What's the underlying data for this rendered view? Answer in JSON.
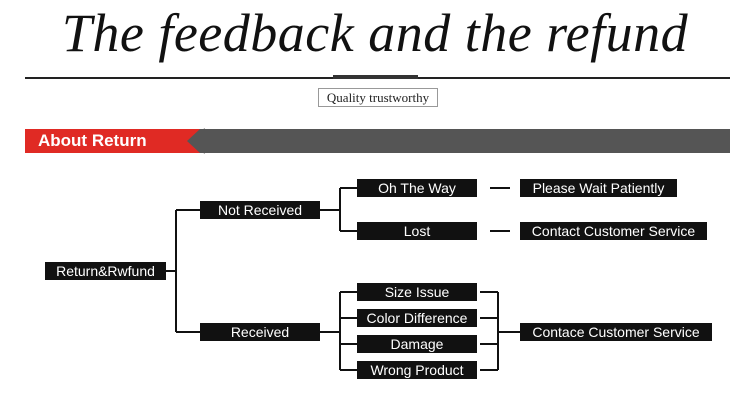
{
  "header": {
    "title": "The feedback and the refund",
    "subtitle": "Quality trustworthy"
  },
  "banner": {
    "label": "About Return",
    "accent_color": "#e02a24",
    "bar_color": "#555555"
  },
  "flowchart": {
    "root": "Return&Rwfund",
    "not_received": {
      "label": "Not Received",
      "oh_the_way": "Oh The Way",
      "lost": "Lost",
      "wait_result": "Please Wait Patiently",
      "lost_result": "Contact Customer Service"
    },
    "received": {
      "label": "Received",
      "size_issue": "Size Issue",
      "color_difference": "Color Difference",
      "damage": "Damage",
      "wrong_product": "Wrong Product",
      "result": "Contace Customer Service"
    },
    "node_color": "#111111",
    "line_color": "#111111"
  }
}
